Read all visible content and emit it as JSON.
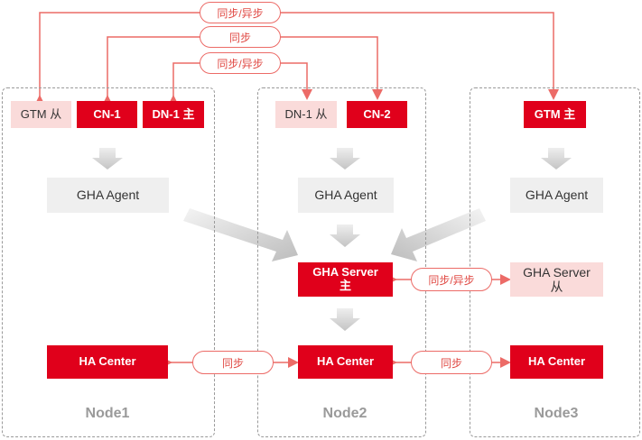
{
  "colors": {
    "accent": "#e0001b",
    "pink": "#fadbda",
    "gray": "#efefef",
    "line": "#ec6b67"
  },
  "node1": {
    "label": "Node1",
    "gtm": "GTM 从",
    "cn": "CN-1",
    "dn": "DN-1 主",
    "agent": "GHA Agent",
    "ha_center": "HA Center"
  },
  "node2": {
    "label": "Node2",
    "dn": "DN-1 从",
    "cn": "CN-2",
    "agent": "GHA Agent",
    "server_line1": "GHA Server",
    "server_line2": "主",
    "ha_center": "HA Center"
  },
  "node3": {
    "label": "Node3",
    "gtm": "GTM 主",
    "agent": "GHA Agent",
    "server_line1": "GHA Server",
    "server_line2": "从",
    "ha_center": "HA Center"
  },
  "links": {
    "gtm_sync": "同步/异步",
    "cn_sync": "同步",
    "dn_sync": "同步/异步",
    "server_sync": "同步/异步",
    "hac_sync_left": "同步",
    "hac_sync_right": "同步"
  }
}
